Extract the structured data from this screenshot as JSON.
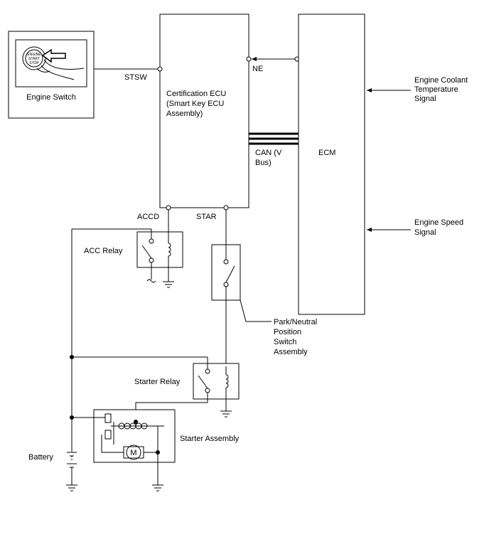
{
  "engine_switch": {
    "label": "Engine Switch",
    "button_text": [
      "ENGINE",
      "START",
      "STOP"
    ]
  },
  "certification_ecu": {
    "label_lines": [
      "Certification ECU",
      "(Smart Key ECU",
      "Assembly)"
    ],
    "terminals": {
      "stsw": "STSW",
      "ne": "NE",
      "accd": "ACCD",
      "star": "STAR"
    }
  },
  "ecm": {
    "label": "ECM"
  },
  "can_bus": {
    "label_lines": [
      "CAN (V",
      "Bus)"
    ]
  },
  "signals": {
    "coolant": [
      "Engine Coolant",
      "Temperature",
      "Signal"
    ],
    "speed": [
      "Engine Speed",
      "Signal"
    ]
  },
  "acc_relay": {
    "label": "ACC Relay"
  },
  "park_neutral_switch": {
    "label_lines": [
      "Park/Neutral",
      "Position",
      "Switch",
      "Assembly"
    ]
  },
  "starter_relay": {
    "label": "Starter Relay"
  },
  "starter_assembly": {
    "label": "Starter Assembly",
    "motor_symbol": "M"
  },
  "battery": {
    "label": "Battery"
  }
}
